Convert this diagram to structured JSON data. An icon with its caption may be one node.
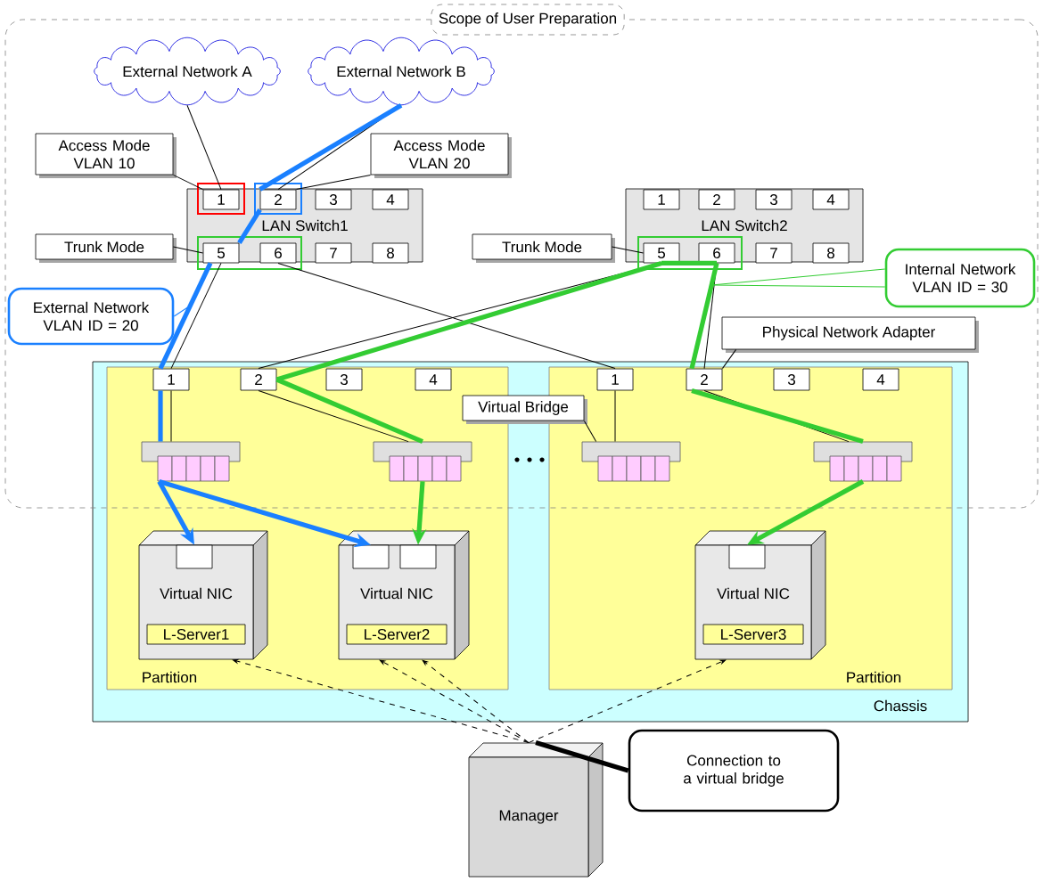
{
  "diagram": {
    "nodes": [
      {
        "text": [
          "Scope of User Preparation"
        ]
      },
      {
        "text": [
          "External Network A"
        ],
        "in": 0
      },
      {
        "text": [
          "External Network B"
        ],
        "in": 0
      },
      {
        "text": [
          "Access Mode VLAN 10"
        ],
        "in": 0
      },
      {
        "text": [
          "Access Mode VLAN 20"
        ],
        "in": 0
      },
      {
        "text": [
          "LAN Switch1"
        ],
        "in": 0
      },
      {
        "text": [
          "1"
        ],
        "in": 5
      },
      {
        "text": [
          "2"
        ],
        "in": 5
      },
      {
        "text": [
          "3"
        ],
        "in": 5
      },
      {
        "text": [
          "4"
        ],
        "in": 5
      },
      {
        "text": [
          "5"
        ],
        "in": 5
      },
      {
        "text": [
          "6"
        ],
        "in": 5
      },
      {
        "text": [
          "7"
        ],
        "in": 5
      },
      {
        "text": [
          "8"
        ],
        "in": 5
      },
      {
        "text": [
          "Trunk Mode"
        ],
        "in": 0
      },
      {
        "text": [
          "LAN Switch2"
        ],
        "in": 0
      },
      {
        "text": [
          "1"
        ],
        "in": 15
      },
      {
        "text": [
          "2"
        ],
        "in": 15
      },
      {
        "text": [
          "3"
        ],
        "in": 15
      },
      {
        "text": [
          "4"
        ],
        "in": 15
      },
      {
        "text": [
          "5"
        ],
        "in": 15
      },
      {
        "text": [
          "6"
        ],
        "in": 15
      },
      {
        "text": [
          "7"
        ],
        "in": 15
      },
      {
        "text": [
          "8"
        ],
        "in": 15
      },
      {
        "text": [
          "Trunk Mode"
        ],
        "in": 0
      },
      {
        "text": [
          "External Network VLAN ID = 20"
        ],
        "in": 0
      },
      {
        "text": [
          "Internal Network VLAN ID = 30"
        ],
        "in": 0
      },
      {
        "text": [
          "Physical Network Adapter"
        ],
        "in": 0
      },
      {
        "text": [
          "Chassis"
        ]
      },
      {
        "text": [
          "Partition"
        ],
        "in": 28
      },
      {
        "text": [
          "Partition"
        ],
        "in": 28
      },
      {
        "text": [
          "1"
        ]
      },
      {
        "text": [
          "2"
        ]
      },
      {
        "text": [
          "3"
        ]
      },
      {
        "text": [
          "4"
        ]
      },
      {
        "text": [
          "1"
        ]
      },
      {
        "text": [
          "2"
        ]
      },
      {
        "text": [
          "3"
        ]
      },
      {
        "text": [
          "4"
        ]
      },
      {
        "text": [
          "Virtual Bridge"
        ]
      },
      {
        "text": [],
        "shape": "box"
      },
      {
        "text": [],
        "shape": "box"
      },
      {
        "text": [],
        "shape": "box"
      },
      {
        "text": [],
        "shape": "box"
      },
      {
        "text": [
          "Virtual NIC",
          "L-Server1"
        ],
        "in": 29
      },
      {
        "text": [
          "Virtual NIC",
          "L-Server2"
        ],
        "in": 29
      },
      {
        "text": [
          "Virtual NIC",
          "L-Server3"
        ],
        "in": 30
      },
      {
        "text": [
          "Manager"
        ]
      },
      {
        "text": [
          "Connection to a virtual bridge"
        ]
      }
    ],
    "edges": [
      {
        "from": 1,
        "to": 6,
        "arrow": "none"
      },
      {
        "from": 2,
        "to": 7,
        "arrow": "none"
      },
      {
        "from": 2,
        "to": 7,
        "arrow": "none",
        "style": "thick",
        "color": "#1a80ff"
      },
      {
        "from": 7,
        "to": 10,
        "arrow": "none",
        "style": "thick",
        "color": "#1a80ff"
      },
      {
        "from": 10,
        "to": 31,
        "arrow": "none",
        "style": "thick",
        "color": "#1a80ff"
      },
      {
        "from": 31,
        "to": 40,
        "arrow": "none",
        "style": "thick",
        "color": "#1a80ff"
      },
      {
        "from": 40,
        "to": 44,
        "arrow": "to",
        "style": "thick",
        "color": "#1a80ff"
      },
      {
        "from": 40,
        "to": 45,
        "arrow": "to",
        "style": "thick",
        "color": "#1a80ff"
      },
      {
        "from": 20,
        "to": 21,
        "arrow": "none",
        "style": "thick",
        "color": "#33cc33"
      },
      {
        "from": 20,
        "to": 32,
        "arrow": "none",
        "style": "thick",
        "color": "#33cc33"
      },
      {
        "from": 32,
        "to": 41,
        "arrow": "none",
        "style": "thick",
        "color": "#33cc33"
      },
      {
        "from": 41,
        "to": 45,
        "arrow": "to",
        "style": "thick",
        "color": "#33cc33"
      },
      {
        "from": 21,
        "to": 36,
        "arrow": "none",
        "style": "thick",
        "color": "#33cc33"
      },
      {
        "from": 36,
        "to": 43,
        "arrow": "none",
        "style": "thick",
        "color": "#33cc33"
      },
      {
        "from": 43,
        "to": 46,
        "arrow": "to",
        "style": "thick",
        "color": "#33cc33"
      },
      {
        "from": 10,
        "to": 31,
        "arrow": "none"
      },
      {
        "from": 11,
        "to": 35,
        "arrow": "none"
      },
      {
        "from": 20,
        "to": 32,
        "arrow": "none"
      },
      {
        "from": 21,
        "to": 36,
        "arrow": "none"
      },
      {
        "from": 31,
        "to": 40,
        "arrow": "none"
      },
      {
        "from": 32,
        "to": 41,
        "arrow": "none"
      },
      {
        "from": 35,
        "to": 42,
        "arrow": "none"
      },
      {
        "from": 36,
        "to": 43,
        "arrow": "none"
      },
      {
        "from": 3,
        "to": 6,
        "arrow": "none"
      },
      {
        "from": 4,
        "to": 7,
        "arrow": "none"
      },
      {
        "from": 14,
        "to": 10,
        "arrow": "none"
      },
      {
        "from": 24,
        "to": 20,
        "arrow": "none"
      },
      {
        "from": 25,
        "to": null,
        "arrow": "none",
        "color": "#1a80ff"
      },
      {
        "from": 26,
        "to": null,
        "arrow": "none",
        "color": "#33cc33"
      },
      {
        "from": 26,
        "to": null,
        "arrow": "none",
        "color": "#33cc33"
      },
      {
        "from": 27,
        "to": 36,
        "arrow": "none"
      },
      {
        "from": 39,
        "to": 42,
        "arrow": "none"
      },
      {
        "from": 47,
        "to": 44,
        "arrow": "to",
        "style": "dashed"
      },
      {
        "from": 47,
        "to": 45,
        "arrow": "to",
        "style": "dashed"
      },
      {
        "from": 47,
        "to": 45,
        "arrow": "to",
        "style": "dashed"
      },
      {
        "from": 47,
        "to": 46,
        "arrow": "to",
        "style": "dashed"
      },
      {
        "from": 48,
        "to": 47,
        "arrow": "none",
        "style": "thick"
      }
    ]
  }
}
